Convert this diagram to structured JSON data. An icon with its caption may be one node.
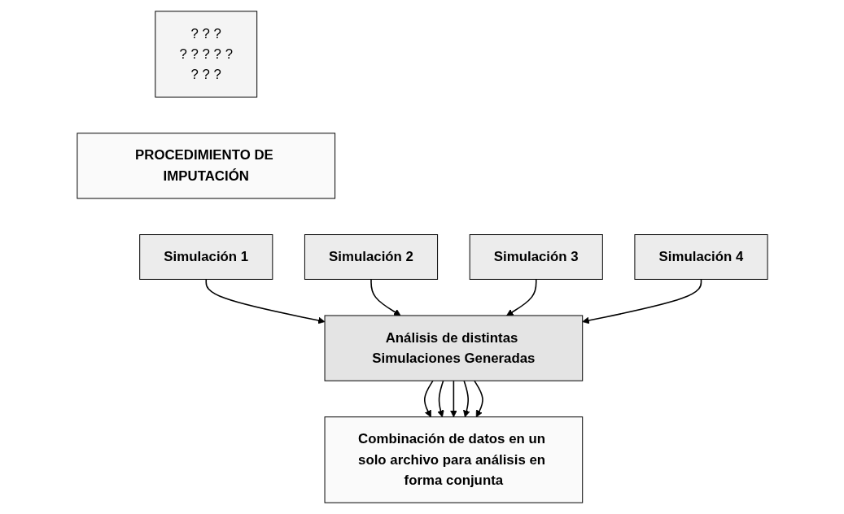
{
  "diagram": {
    "nodes": [
      {
        "text": [
          "? ? ?",
          "? ? ? ? ?",
          "? ? ?"
        ]
      },
      {
        "text": [
          "PROCEDIMIENTO DE IMPUTACIÓN"
        ]
      },
      {
        "text": [
          "Simulación 1"
        ]
      },
      {
        "text": [
          "Simulación 2"
        ]
      },
      {
        "text": [
          "Simulación 3"
        ]
      },
      {
        "text": [
          "Simulación 4"
        ]
      },
      {
        "text": [
          "Análisis de distintas Simulaciones Generadas"
        ]
      },
      {
        "text": [
          "Combinación de datos en un solo archivo para análisis en forma conjunta"
        ]
      }
    ],
    "edges": [
      {
        "from": 2,
        "to": 6,
        "arrow": "to"
      },
      {
        "from": 3,
        "to": 6,
        "arrow": "to"
      },
      {
        "from": 4,
        "to": 6,
        "arrow": "to"
      },
      {
        "from": 5,
        "to": 6,
        "arrow": "to"
      },
      {
        "from": 6,
        "to": 7,
        "arrow": "to"
      },
      {
        "from": 6,
        "to": 7,
        "arrow": "to"
      },
      {
        "from": 6,
        "to": 7,
        "arrow": "to"
      },
      {
        "from": 6,
        "to": 7,
        "arrow": "to"
      },
      {
        "from": 6,
        "to": 7,
        "arrow": "to"
      }
    ]
  }
}
